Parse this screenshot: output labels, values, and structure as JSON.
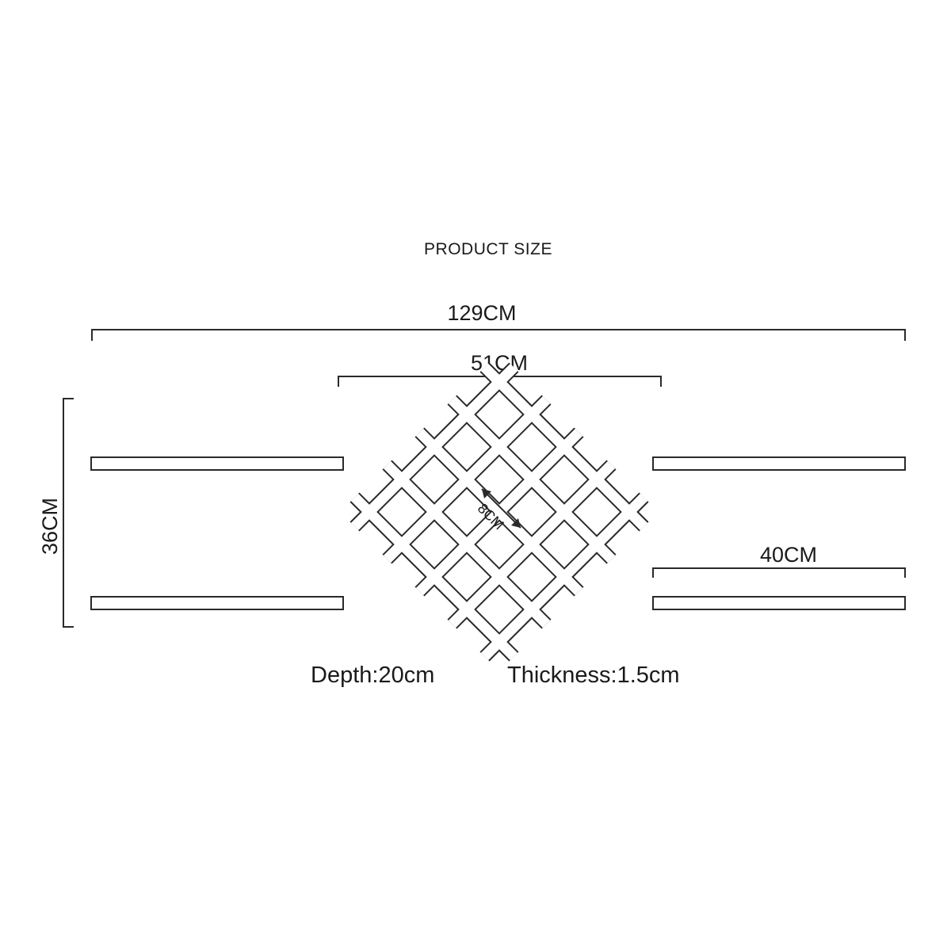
{
  "title": "PRODUCT SIZE",
  "dimensions": {
    "overall_width": "129CM",
    "rack_width": "51CM",
    "height": "36CM",
    "cell_size": "8CM",
    "shelf_length": "40CM"
  },
  "specs": {
    "depth": "Depth:20cm",
    "thickness": "Thickness:1.5cm"
  },
  "colors": {
    "line": "#2a2a2a",
    "background": "#ffffff"
  }
}
